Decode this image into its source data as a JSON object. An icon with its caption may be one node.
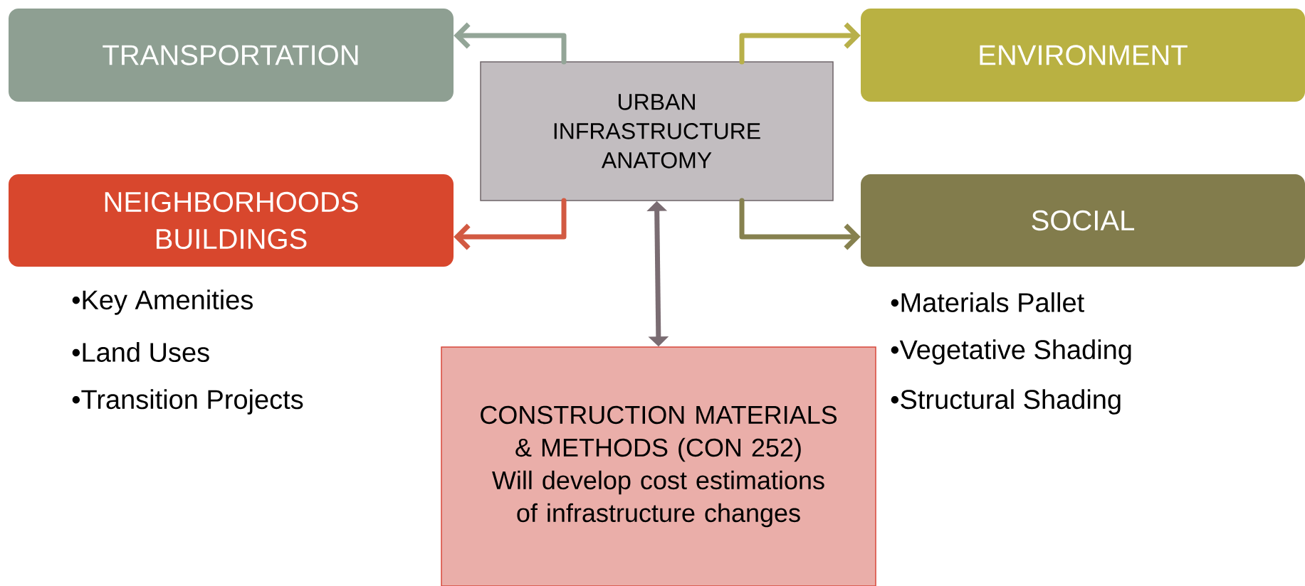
{
  "diagram": {
    "nodes": [
      {
        "text": [
          "TRANSPORTATION"
        ]
      },
      {
        "text": [
          "ENVIRONMENT"
        ]
      },
      {
        "text": [
          "URBAN INFRASTRUCTURE ANATOMY"
        ]
      },
      {
        "text": [
          "NEIGHBORHOODS BUILDINGS"
        ]
      },
      {
        "text": [
          "SOCIAL"
        ]
      },
      {
        "text": [
          "CONSTRUCTION MATERIALS & METHODS (CON 252)",
          "Will develop cost estimations of infrastructure changes"
        ]
      }
    ],
    "edges": [
      {
        "from": 2,
        "to": 0,
        "arrow": "to",
        "color": "#93a597"
      },
      {
        "from": 2,
        "to": 1,
        "arrow": "to",
        "color": "#b8b04a"
      },
      {
        "from": 2,
        "to": 3,
        "arrow": "to",
        "color": "#d25a42"
      },
      {
        "from": 2,
        "to": 4,
        "arrow": "to",
        "color": "#86814f"
      },
      {
        "from": 2,
        "to": 5,
        "arrow": "both",
        "color": "#7a6c72"
      }
    ],
    "labels": [
      "•Key Amenities",
      "•Materials Pallet",
      "•Land Uses",
      "•Vegetative Shading",
      "•Transition Projects",
      "•Structural Shading"
    ]
  }
}
